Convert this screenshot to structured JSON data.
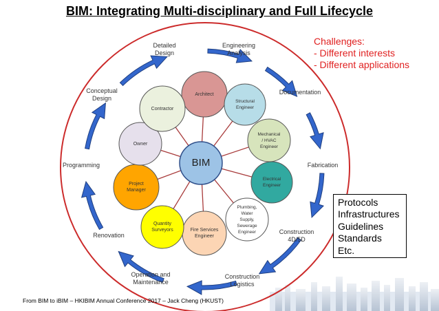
{
  "title": "BIM: Integrating Multi-disciplinary and Full Lifecycle",
  "challenges": {
    "heading": "Challenges:",
    "items": [
      "- Different interests",
      "- Different applications"
    ]
  },
  "protocols_box": [
    "Protocols",
    "Infrastructures",
    "Guidelines",
    "Standards",
    "Etc."
  ],
  "footer": "From BIM to iBIM – HKIBIM Annual Conference 2017 – Jack Cheng (HKUST)",
  "center": "BIM",
  "colors": {
    "outer_circle": "#cc2b2b",
    "arrow_fill": "#3366cc",
    "arrow_stroke": "#1f3f80",
    "spoke": "#a83a3a"
  },
  "stakeholders": [
    {
      "lines": [
        "Architect"
      ],
      "fill": "#d99694"
    },
    {
      "lines": [
        "Structural",
        "Engineer"
      ],
      "fill": "#b7dde8"
    },
    {
      "lines": [
        "Mechanical",
        "/ HVAC",
        "Engineer"
      ],
      "fill": "#d7e4bc"
    },
    {
      "lines": [
        "Electrical",
        "Engineer"
      ],
      "fill": "#31a9a0"
    },
    {
      "lines": [
        "Plumbing,",
        "Water",
        "Supply,",
        "Sewerage",
        "Engineer"
      ],
      "fill": "#ffffff"
    },
    {
      "lines": [
        "Fire Services",
        "Engineer"
      ],
      "fill": "#fcd5b4"
    },
    {
      "lines": [
        "Quantity",
        "Surveyors"
      ],
      "fill": "#ffff00"
    },
    {
      "lines": [
        "Project",
        "Manager"
      ],
      "fill": "#ffa500"
    },
    {
      "lines": [
        "Owner"
      ],
      "fill": "#e6e0ec"
    },
    {
      "lines": [
        "Contractor"
      ],
      "fill": "#ebf1de"
    }
  ],
  "phases": [
    {
      "lines": [
        "Detailed",
        "Design"
      ]
    },
    {
      "lines": [
        "Engineering",
        "Analysis"
      ]
    },
    {
      "lines": [
        "Documentation"
      ]
    },
    {
      "lines": [
        "Fabrication"
      ]
    },
    {
      "lines": [
        "Construction",
        "4D/5D"
      ]
    },
    {
      "lines": [
        "Construction",
        "Logistics"
      ]
    },
    {
      "lines": [
        "Operation and",
        "Maintenance"
      ]
    },
    {
      "lines": [
        "Renovation"
      ]
    },
    {
      "lines": [
        "Programming"
      ]
    },
    {
      "lines": [
        "Conceptual",
        "Design"
      ]
    }
  ]
}
